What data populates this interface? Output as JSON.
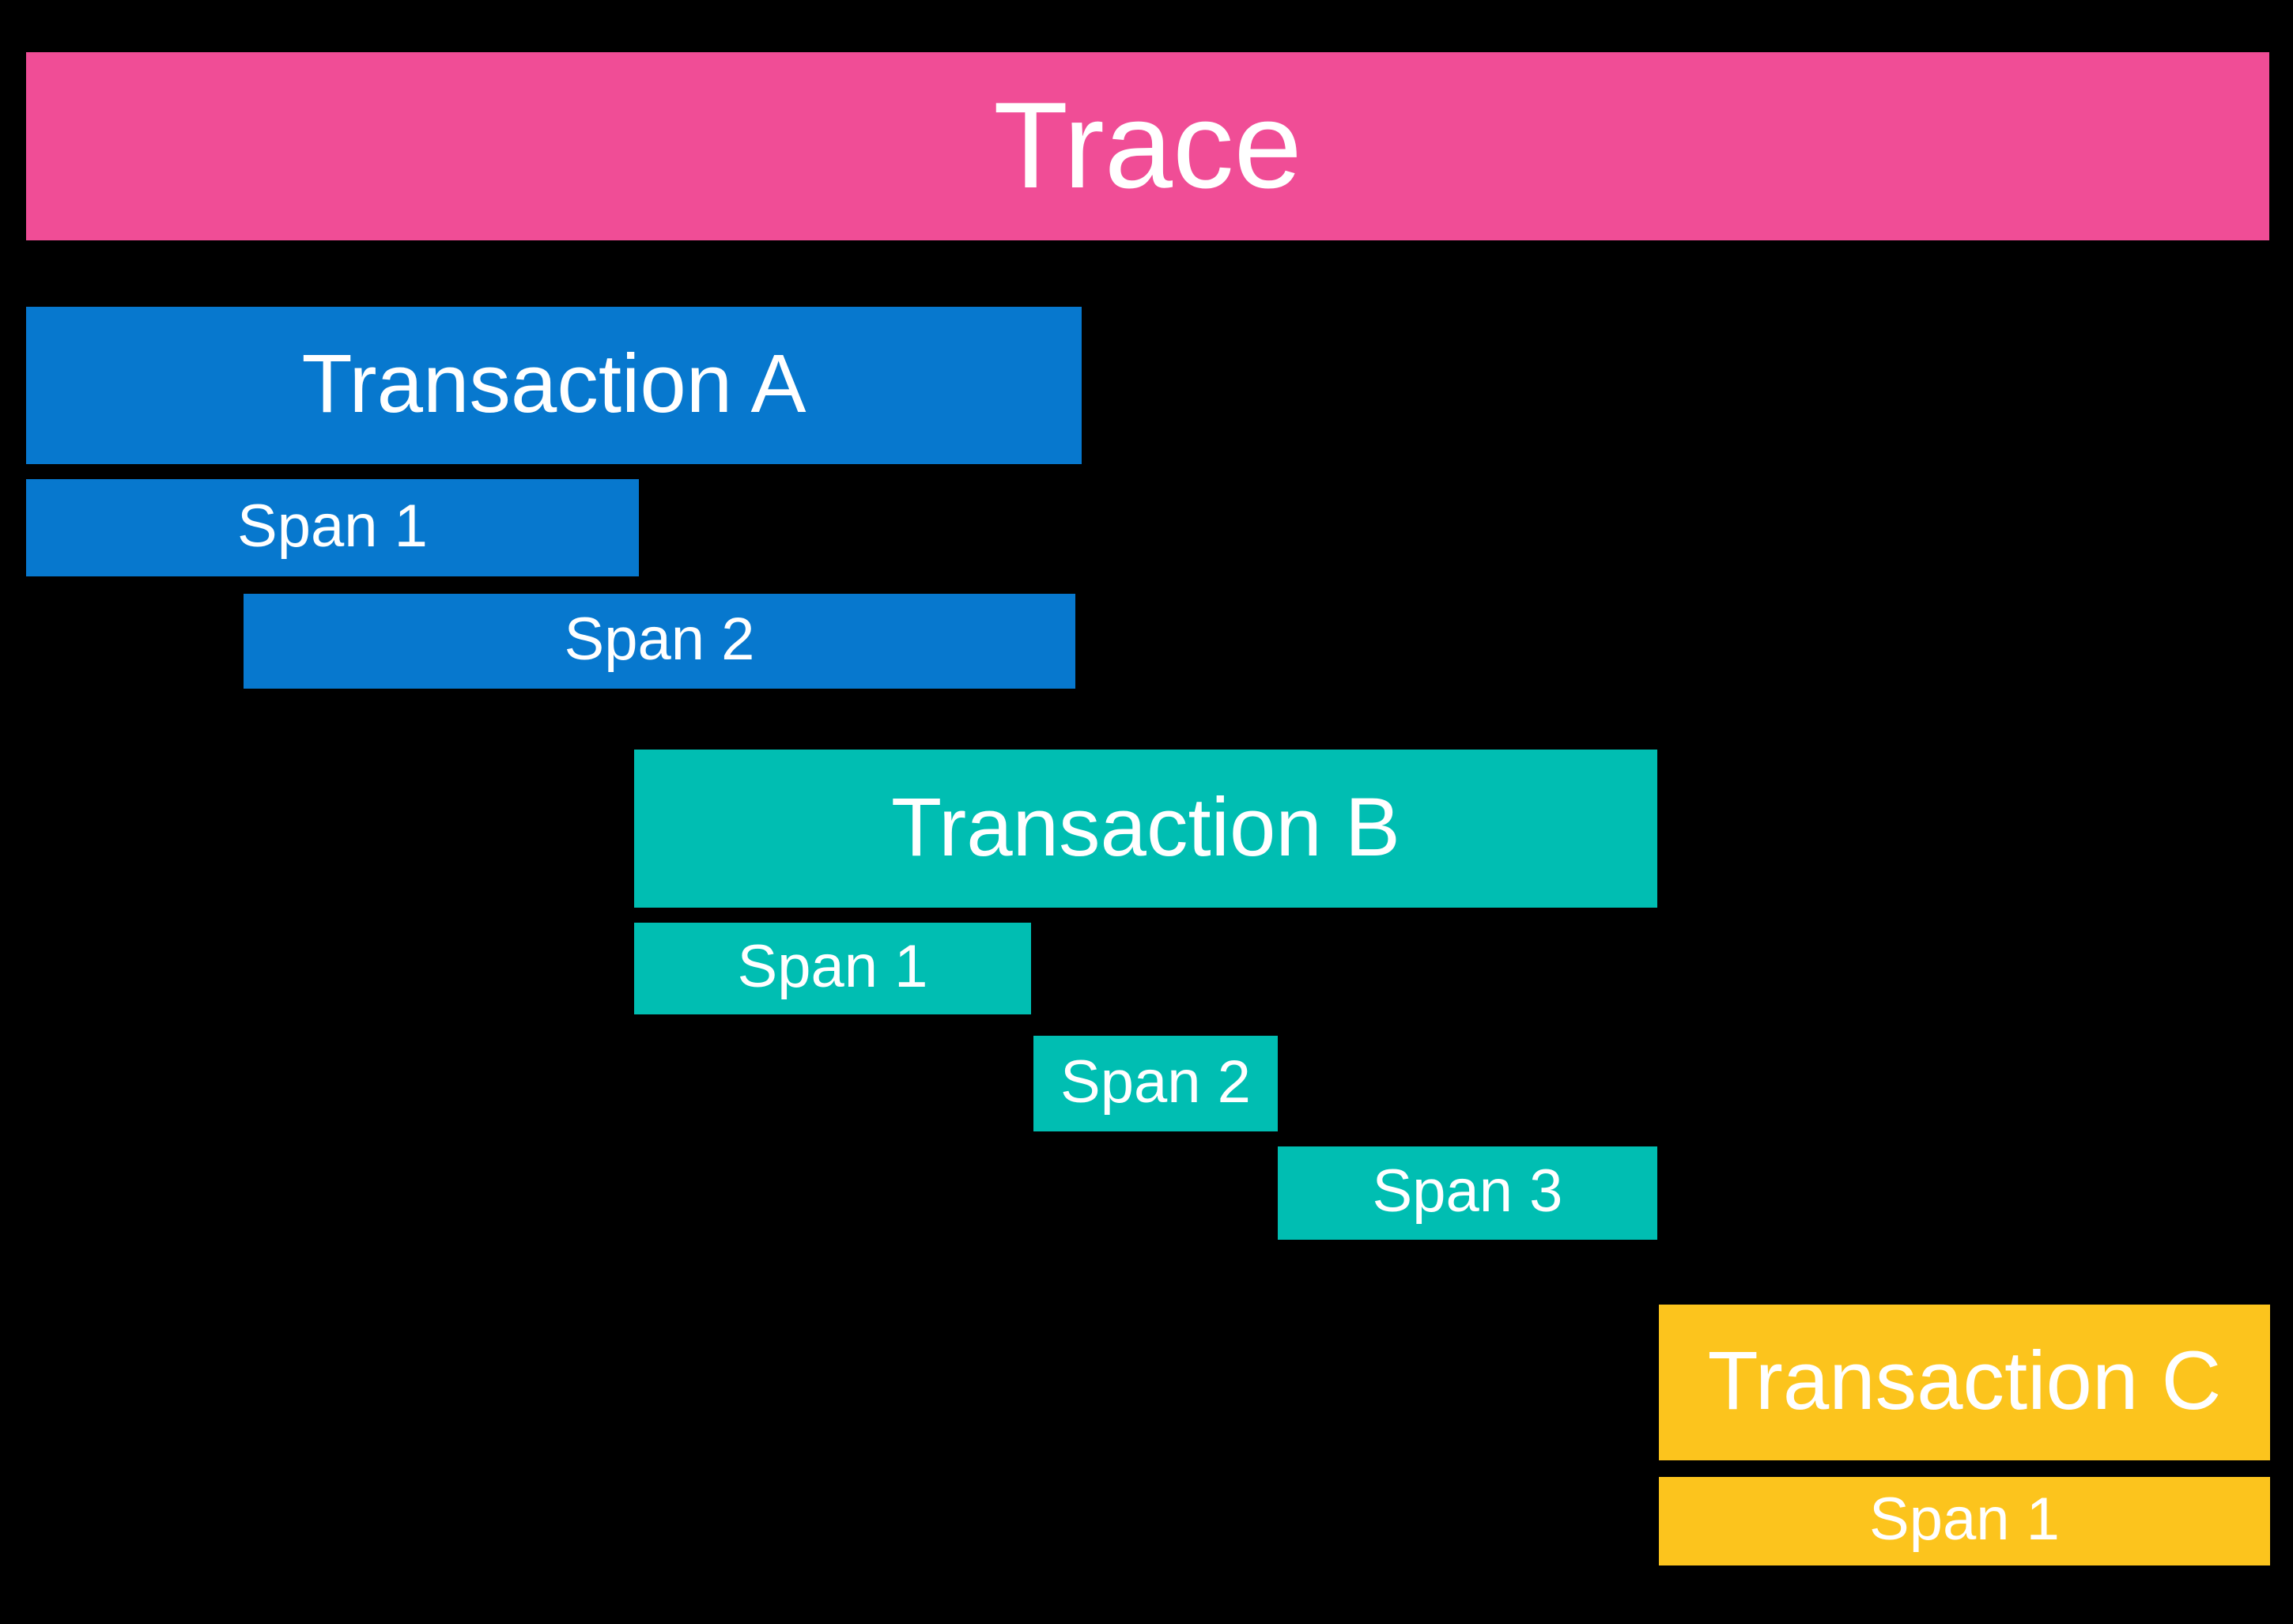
{
  "diagram": {
    "colors": {
      "background": "#000000",
      "text": "#FFFFFF"
    },
    "trace": {
      "label": "Trace",
      "color": "#F04D96"
    },
    "transactions": [
      {
        "label": "Transaction A",
        "color": "#0778CE",
        "spans": [
          {
            "label": "Span 1"
          },
          {
            "label": "Span 2"
          }
        ]
      },
      {
        "label": "Transaction B",
        "color": "#00BEB2",
        "spans": [
          {
            "label": "Span 1"
          },
          {
            "label": "Span 2"
          },
          {
            "label": "Span 3"
          }
        ]
      },
      {
        "label": "Transaction C",
        "color": "#FCC41D",
        "spans": [
          {
            "label": "Span 1"
          }
        ]
      }
    ]
  }
}
